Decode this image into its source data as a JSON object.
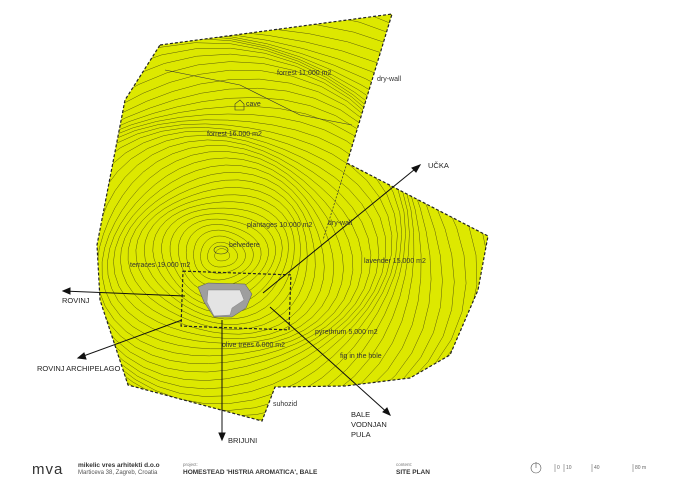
{
  "colors": {
    "site_fill": "#dde800",
    "contour": "#4a4a10",
    "building": "#bdbdbd"
  },
  "areas": [
    {
      "name": "forrest-north",
      "label": "forrest 11.000 m2"
    },
    {
      "name": "cave",
      "label": "cave"
    },
    {
      "name": "forrest-west",
      "label": "forrest 16.000 m2"
    },
    {
      "name": "plantages",
      "label": "plantages 10.000 m2"
    },
    {
      "name": "belvedere",
      "label": "belvedere"
    },
    {
      "name": "terraces",
      "label": "terraces 19.000 m2"
    },
    {
      "name": "lavender",
      "label": "lavender 15.000 m2"
    },
    {
      "name": "pyrethrum",
      "label": "pyrethrum 5.000 m2"
    },
    {
      "name": "olive-trees",
      "label": "olive trees 6.000 m2"
    },
    {
      "name": "fig",
      "label": "fig in the hole"
    },
    {
      "name": "suhozid",
      "label": "suhozid"
    },
    {
      "name": "dry-wall-north",
      "label": "dry-wall"
    },
    {
      "name": "dry-wall-center",
      "label": "dry-wall"
    }
  ],
  "directions": {
    "ucka": "UČKA",
    "rovinj": "ROVINJ",
    "archipelago": "ROVINJ ARCHIPELAGO",
    "brijuni": "BRIJUNI",
    "bale": "BALE",
    "vodnjan": "VODNJAN",
    "pula": "PULA"
  },
  "footer": {
    "logo": "mva",
    "firm": "mikelic vres arhitekti d.o.o",
    "address": "Marticeva 38, Zagreb, Croatia",
    "project_caption": "project:",
    "project": "HOMESTEAD 'HISTRIA AROMATICA', BALE",
    "content_caption": "content:",
    "content": "SITE PLAN",
    "scale": [
      "0",
      "10",
      "40",
      "80 m"
    ]
  }
}
